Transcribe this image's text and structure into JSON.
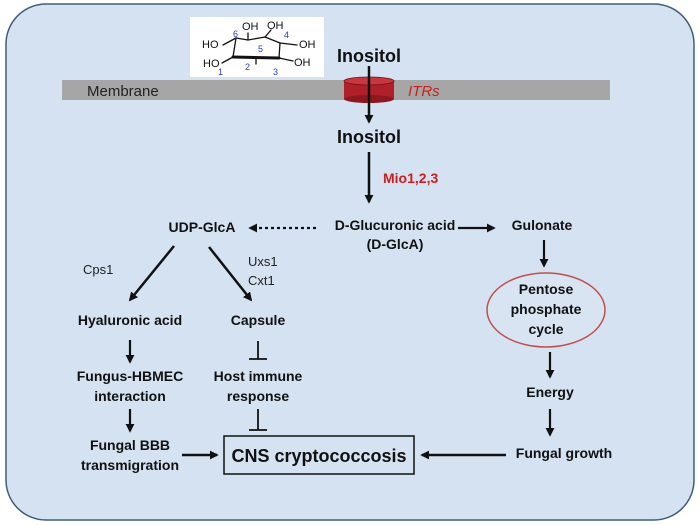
{
  "colors": {
    "panel_fill": "#d4e2f1",
    "panel_stroke": "#3f5e7a",
    "membrane_fill": "#a6a6a6",
    "transporter_fill": "#b0202a",
    "accent_red": "#cc1f1f",
    "arrow": "#111111",
    "cycle_stroke": "#c0504d"
  },
  "structure": {
    "labels": {
      "ho_left_top": "HO",
      "ho_left_bottom": "HO",
      "oh_mid": "OH",
      "oh_top_right": "OH",
      "oh_right": "OH",
      "oh_bottom_right": "OH"
    },
    "numbers": {
      "n1": "1",
      "n2": "2",
      "n3": "3",
      "n4": "4",
      "n5": "5",
      "n6": "6"
    }
  },
  "membrane": {
    "label": "Membrane",
    "transporter_label": "ITRs"
  },
  "nodes": {
    "inositol_outside": "Inositol",
    "inositol_inside": "Inositol",
    "enzyme_mio": "Mio1,2,3",
    "glucuronic_line1": "D-Glucuronic acid",
    "glucuronic_line2": "(D-GlcA)",
    "udp_glca": "UDP-GlcA",
    "gulonate": "Gulonate",
    "cps1": "Cps1",
    "uxs1": "Uxs1",
    "cxt1": "Cxt1",
    "hyaluronic": "Hyaluronic acid",
    "capsule": "Capsule",
    "pentose_line1": "Pentose",
    "pentose_line2": "phosphate",
    "pentose_line3": "cycle",
    "fungus_line1": "Fungus-HBMEC",
    "fungus_line2": "interaction",
    "host_line1": "Host immune",
    "host_line2": "response",
    "energy": "Energy",
    "bbb_line1": "Fungal BBB",
    "bbb_line2": "transmigration",
    "cns": "CNS cryptococcosis",
    "fungal_growth": "Fungal growth"
  }
}
